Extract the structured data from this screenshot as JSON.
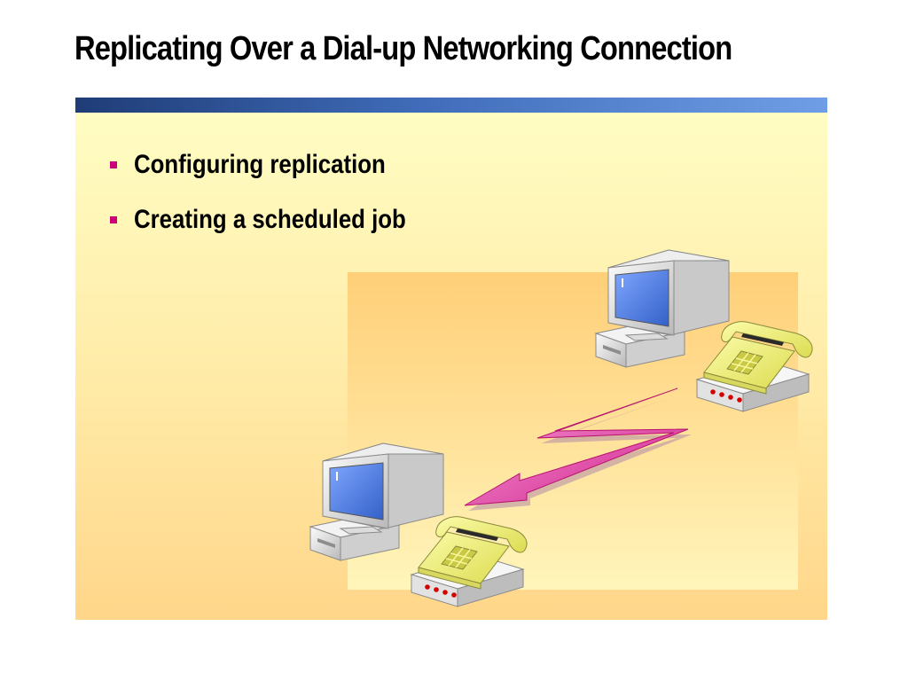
{
  "slide": {
    "title": "Replicating Over a Dial-up Networking Connection",
    "bullets": [
      {
        "text": "Configuring replication"
      },
      {
        "text": "Creating a scheduled job"
      }
    ]
  },
  "colors": {
    "title_bar_start": "#1f3c76",
    "title_bar_end": "#6f9ee6",
    "panel": "#fffdc3",
    "diagram_box": "#ffcf78",
    "bullet": "#cc0077",
    "arrow": "#e040a8",
    "phone": "#f0f07a",
    "screen": "#4f7fe0"
  },
  "diagram": {
    "icons": [
      "computer-icon",
      "telephone-icon",
      "modem-icon",
      "lightning-arrow-icon"
    ]
  }
}
